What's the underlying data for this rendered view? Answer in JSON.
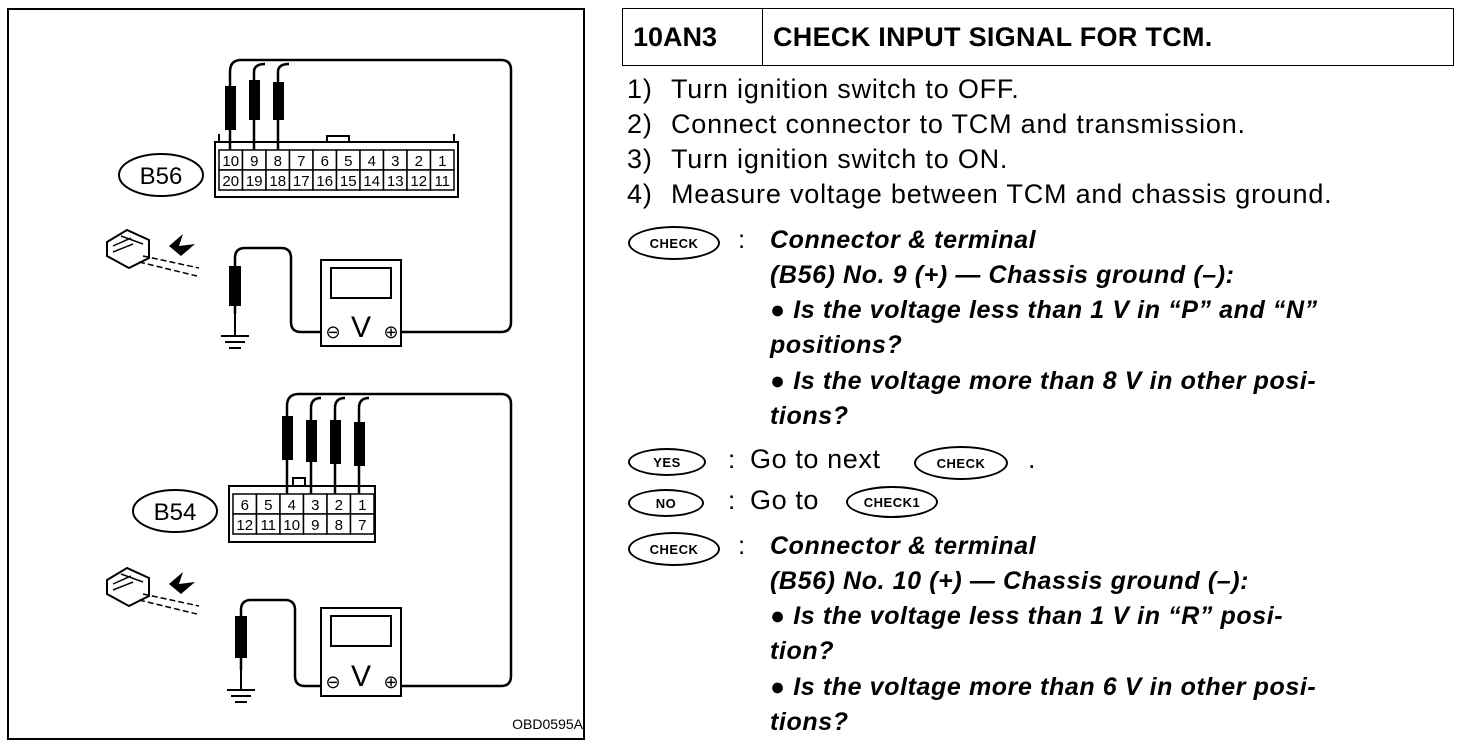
{
  "diagram": {
    "connector_1": {
      "label": "B56",
      "pins_top": [
        "10",
        "9",
        "8",
        "7",
        "6",
        "5",
        "4",
        "3",
        "2",
        "1"
      ],
      "pins_bottom": [
        "20",
        "19",
        "18",
        "17",
        "16",
        "15",
        "14",
        "13",
        "12",
        "11"
      ]
    },
    "connector_2": {
      "label": "B54",
      "pins_top": [
        "6",
        "5",
        "4",
        "3",
        "2",
        "1"
      ],
      "pins_bottom": [
        "12",
        "11",
        "10",
        "9",
        "8",
        "7"
      ]
    },
    "meter_symbol": "V",
    "meter_minus": "⊖",
    "meter_plus": "⊕",
    "figure_code": "OBD0595A"
  },
  "header": {
    "step_code": "10AN3",
    "title": "CHECK INPUT SIGNAL FOR TCM."
  },
  "procedure": [
    {
      "num": "1)",
      "text": "Turn ignition switch to OFF."
    },
    {
      "num": "2)",
      "text": "Connect connector to TCM and transmission."
    },
    {
      "num": "3)",
      "text": "Turn ignition switch to ON."
    },
    {
      "num": "4)",
      "text": "Measure voltage between TCM and chassis ground."
    }
  ],
  "badges": {
    "check": "CHECK",
    "yes": "YES",
    "no": "NO",
    "check1": "CHECK1"
  },
  "separator": ":",
  "check1": {
    "heading": "Connector & terminal",
    "spec": "(B56) No. 9 (+) — Chassis ground (–):",
    "bullet1_line1": "● Is the voltage less than 1 V in “P” and “N”",
    "bullet1_line2": "positions?",
    "bullet2_line1": "● Is the voltage more than 8 V in other posi-",
    "bullet2_line2": "tions?"
  },
  "yes_action": "Go to next",
  "yes_suffix": ".",
  "no_action": "Go to",
  "check2": {
    "heading": "Connector & terminal",
    "spec": "(B56) No. 10 (+) — Chassis ground (–):",
    "bullet1_line1": "● Is the voltage less than 1 V in “R” posi-",
    "bullet1_line2": "tion?",
    "bullet2_line1": "● Is the voltage more than 6 V in other posi-",
    "bullet2_line2": "tions?"
  }
}
